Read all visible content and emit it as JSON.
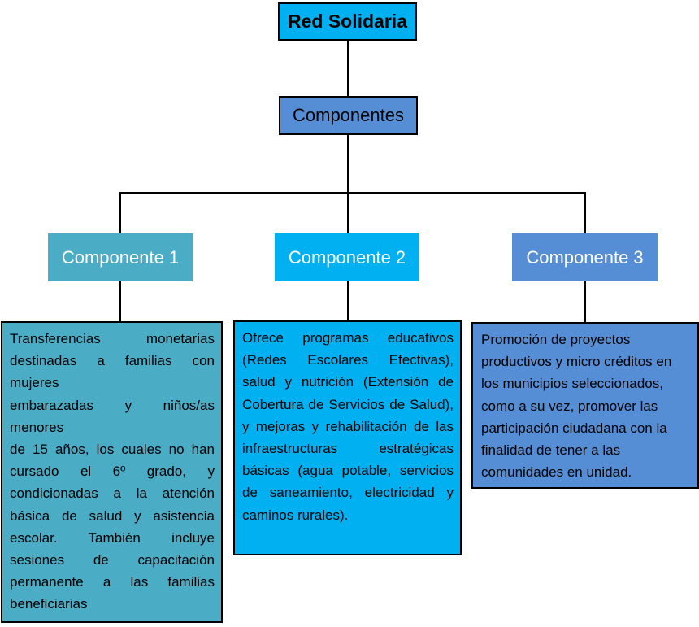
{
  "root": {
    "label": "Red Solidaria"
  },
  "level2": {
    "label": "Componentes"
  },
  "components": [
    {
      "label": "Componente 1",
      "description": "Transferencias monetarias destinadas a familias con mujeres\nembarazadas y niños/as menores\nde 15 años, los cuales no han cursado el 6º grado, y condicionadas a la atención básica de salud y asistencia escolar. También incluye sesiones de capacitación permanente a las familias beneficiarias"
    },
    {
      "label": "Componente 2",
      "description": "Ofrece programas educativos (Redes Escolares Efectivas), salud y nutrición (Extensión de Cobertura de Servicios de Salud), y mejoras y rehabilitación de las infraestructuras estratégicas básicas (agua potable, servicios de saneamiento, electricidad y caminos rurales)."
    },
    {
      "label": "Componente 3",
      "description": "Promoción de proyectos productivos y micro créditos en los  municipios seleccionados, como a su vez, promover las participación ciudadana con la finalidad de tener a las comunidades  en unidad."
    }
  ],
  "colors": {
    "root_fill": "#00b0f0",
    "level2_fill": "#558ed5",
    "component1_fill": "#4bacc6",
    "component2_fill": "#00b0f0",
    "component3_fill": "#558ed5",
    "connector": "#000000"
  }
}
